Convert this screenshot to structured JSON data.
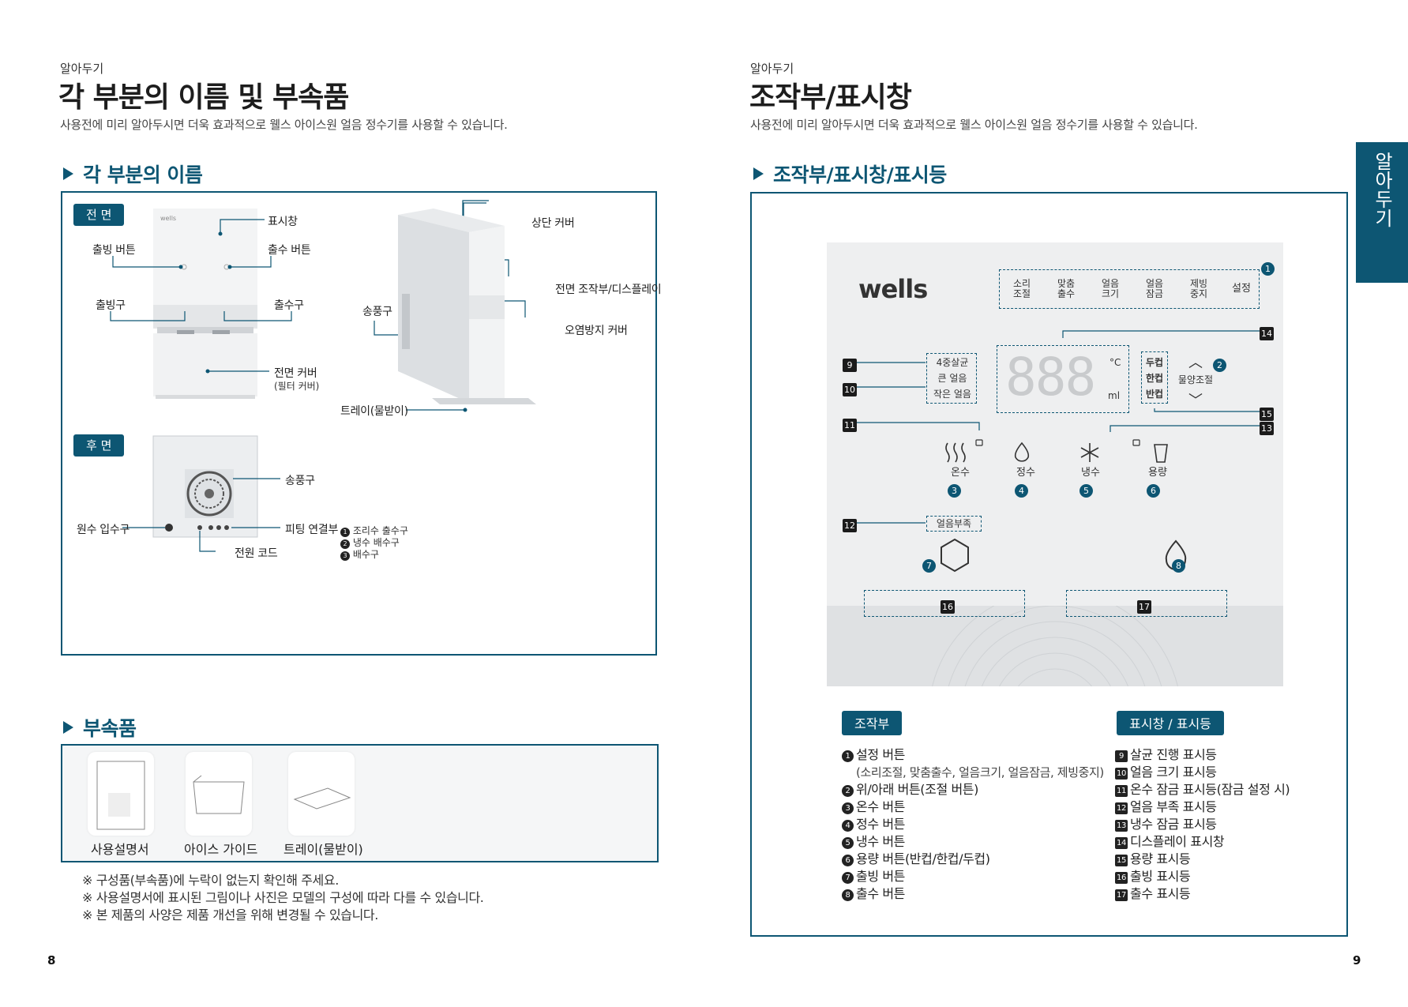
{
  "left": {
    "kicker": "알아두기",
    "title": "각 부분의 이름 및 부속품",
    "desc": "사용전에 미리 알아두시면 더욱 효과적으로 웰스 아이스원 얼음 정수기를 사용할 수 있습니다.",
    "section_parts": "각 부분의 이름",
    "front_pill": "전 면",
    "back_pill": "후 면",
    "front_labels": {
      "display": "표시창",
      "ice_button": "출빙 버튼",
      "water_button": "출수 버튼",
      "ice_outlet": "출빙구",
      "water_outlet": "출수구",
      "front_cover": "전면 커버",
      "front_cover_sub": "(필터 커버)",
      "top_cover": "상단 커버",
      "front_panel": "전면 조작부/디스플레이",
      "vent": "송풍구",
      "anti_cover": "오염방지 커버",
      "tray": "트레이(물받이)"
    },
    "back_labels": {
      "vent": "송풍구",
      "inlet": "원수 입수구",
      "fitting": "피팅 연결부",
      "fitting_1": "조리수 출수구",
      "fitting_2": "냉수 배수구",
      "fitting_3": "배수구",
      "power": "전원 코드"
    },
    "product_brand": "wells",
    "section_acc": "부속품",
    "accessories": [
      "사용설명서",
      "아이스 가이드",
      "트레이(물받이)"
    ],
    "notes": [
      "※ 구성품(부속품)에 누락이 없는지 확인해 주세요.",
      "※ 사용설명서에 표시된 그림이나 사진은 모델의 구성에 따라 다를 수 있습니다.",
      "※ 본 제품의 사양은 제품 개선을 위해 변경될 수 있습니다."
    ],
    "page_no": "8"
  },
  "right": {
    "kicker": "알아두기",
    "title": "조작부/표시창",
    "desc": "사용전에 미리 알아두시면 더욱 효과적으로 웰스 아이스원 얼음 정수기를 사용할 수 있습니다.",
    "section": "조작부/표시창/표시등",
    "panel": {
      "brand": "wells",
      "settings": [
        {
          "l1": "소리",
          "l2": "조절"
        },
        {
          "l1": "맞춤",
          "l2": "출수"
        },
        {
          "l1": "얼음",
          "l2": "크기"
        },
        {
          "l1": "얼음",
          "l2": "잠금"
        },
        {
          "l1": "제빙",
          "l2": "중지"
        }
      ],
      "settings_last": "설정",
      "sterilize": "4중살균",
      "ice_big": "큰 얼음",
      "ice_small": "작은 얼음",
      "digits": "888",
      "unit_c": "°C",
      "unit_ml": "ml",
      "cup_two": "두컵",
      "cup_one": "한컵",
      "cup_half": "반컵",
      "amount_adj": "물양조절",
      "hot": "온수",
      "purified": "정수",
      "cold": "냉수",
      "capacity": "용량",
      "ice_short": "얼음부족"
    },
    "callouts": [
      "1",
      "2",
      "3",
      "4",
      "5",
      "6",
      "7",
      "8",
      "9",
      "10",
      "11",
      "12",
      "13",
      "14",
      "15",
      "16",
      "17"
    ],
    "pill_controls": "조작부",
    "pill_display": "표시창 / 표시등",
    "controls": [
      {
        "n": "1",
        "t": "설정 버튼",
        "sub": "(소리조절, 맞춤출수, 얼음크기, 얼음잠금, 제빙중지)"
      },
      {
        "n": "2",
        "t": "위/아래 버튼(조절 버튼)"
      },
      {
        "n": "3",
        "t": "온수 버튼"
      },
      {
        "n": "4",
        "t": "정수 버튼"
      },
      {
        "n": "5",
        "t": "냉수 버튼"
      },
      {
        "n": "6",
        "t": "용량 버튼(반컵/한컵/두컵)"
      },
      {
        "n": "7",
        "t": "출빙 버튼"
      },
      {
        "n": "8",
        "t": "출수 버튼"
      }
    ],
    "indicators": [
      {
        "n": "9",
        "t": "살균 진행 표시등"
      },
      {
        "n": "10",
        "t": "얼음 크기 표시등"
      },
      {
        "n": "11",
        "t": "온수 잠금 표시등(잠금 설정 시)"
      },
      {
        "n": "12",
        "t": "얼음 부족 표시등"
      },
      {
        "n": "13",
        "t": "냉수 잠금 표시등"
      },
      {
        "n": "14",
        "t": "디스플레이 표시창"
      },
      {
        "n": "15",
        "t": "용량 표시등"
      },
      {
        "n": "16",
        "t": "출빙 표시등"
      },
      {
        "n": "17",
        "t": "출수 표시등"
      }
    ],
    "side_tab": "알아두기",
    "page_no": "9"
  }
}
